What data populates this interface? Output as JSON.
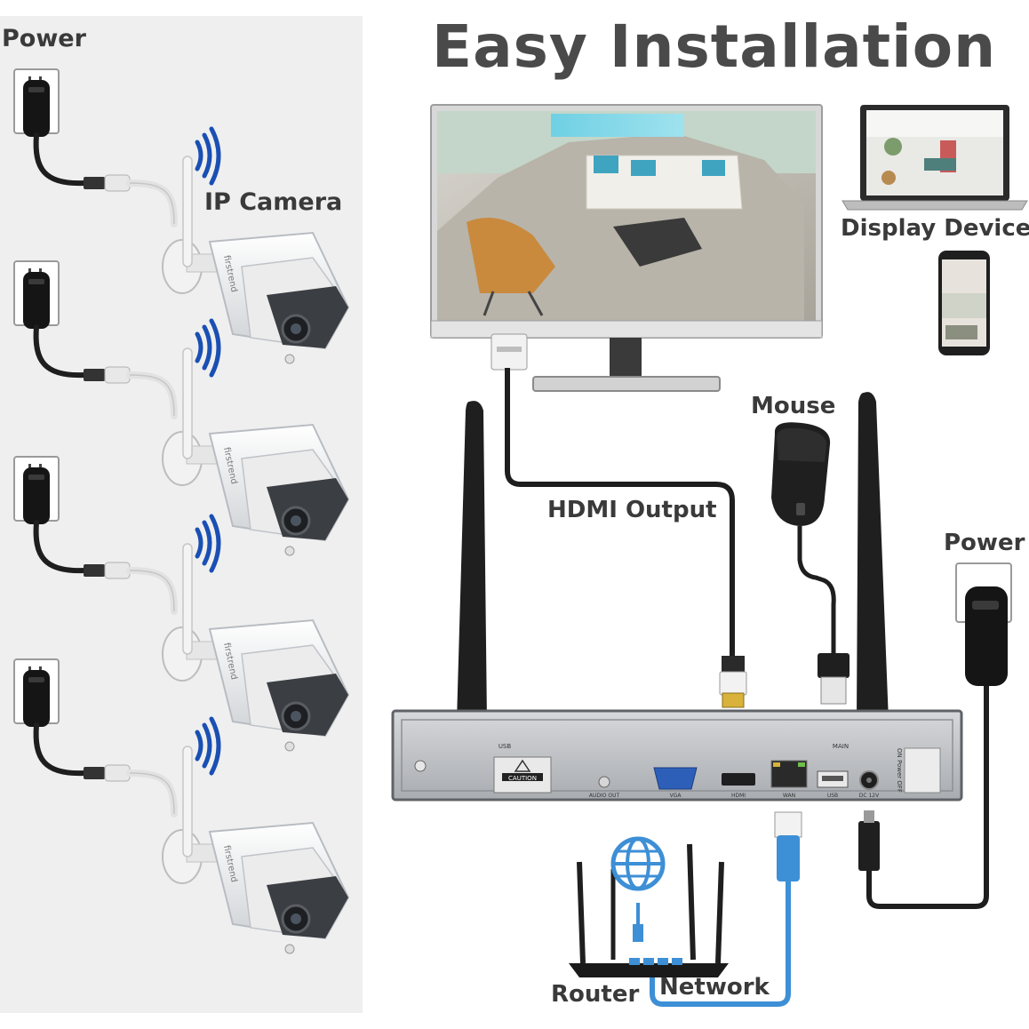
{
  "title": "Easy Installation",
  "labels": {
    "power_left": "Power",
    "ip_camera": "IP Camera",
    "display_device": "Display Device",
    "mouse": "Mouse",
    "hdmi_output": "HDMI Output",
    "power_right": "Power",
    "router": "Router",
    "network": "Network"
  },
  "camera_brand": "firstrend",
  "nvr": {
    "antenna_left_label": "USB",
    "antenna_right_label": "MAIN",
    "caution_label": "CAUTION",
    "audio_label": "AUDIO OUT",
    "vga_label": "VGA",
    "hdmi_label": "HDMI",
    "wan_label": "WAN",
    "usb_label": "USB",
    "dc_label": "DC 12V",
    "power_switch_label": "ON Power OFF"
  },
  "colors": {
    "panel_bg": "#efefef",
    "title": "#4a4a4a",
    "label": "#3a3a3a",
    "ethernet_cable": "#3d8fd6",
    "nvr_body": "#b9bcc0",
    "black_cable": "#1e1e1e"
  },
  "icons": [
    "wifi-signal-icon",
    "globe-icon",
    "wall-outlet-icon",
    "power-adapter-icon",
    "hdmi-plug-icon",
    "usb-plug-icon",
    "ethernet-plug-icon",
    "dc-plug-icon"
  ]
}
